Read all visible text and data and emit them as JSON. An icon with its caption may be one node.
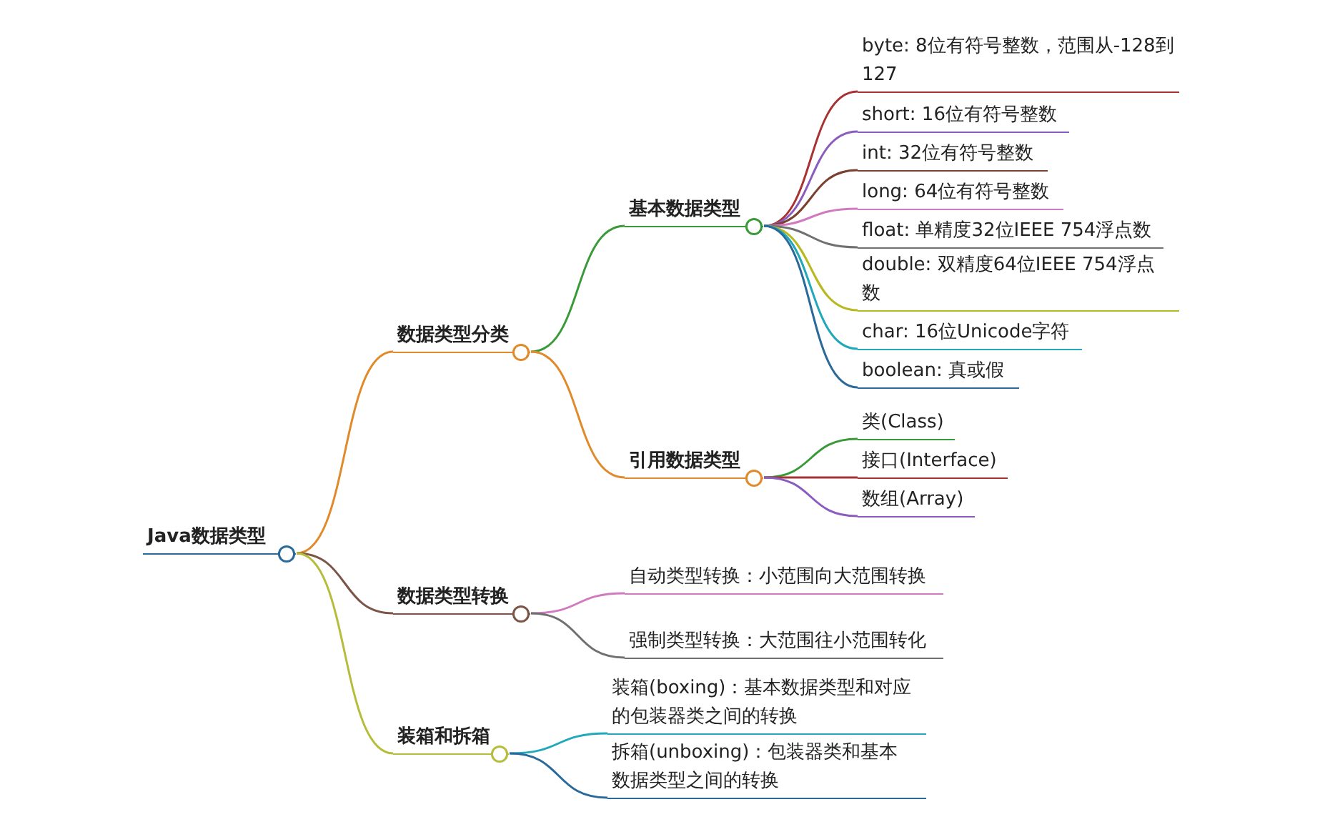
{
  "diagram": {
    "nodes": [
      {
        "text": [
          "Java数据类型"
        ]
      },
      {
        "text": [
          "数据类型分类"
        ]
      },
      {
        "text": [
          "基本数据类型"
        ]
      },
      {
        "text": [
          "byte: 8位有符号整数，范围从-128到127"
        ]
      },
      {
        "text": [
          "short: 16位有符号整数"
        ]
      },
      {
        "text": [
          "int: 32位有符号整数"
        ]
      },
      {
        "text": [
          "long: 64位有符号整数"
        ]
      },
      {
        "text": [
          "float: 单精度32位IEEE 754浮点数"
        ]
      },
      {
        "text": [
          "double: 双精度64位IEEE 754浮点数"
        ]
      },
      {
        "text": [
          "char: 16位Unicode字符"
        ]
      },
      {
        "text": [
          "boolean: 真或假"
        ]
      },
      {
        "text": [
          "引用数据类型"
        ]
      },
      {
        "text": [
          "类(Class)"
        ]
      },
      {
        "text": [
          "接口(Interface)"
        ]
      },
      {
        "text": [
          "数组(Array)"
        ]
      },
      {
        "text": [
          "数据类型转换"
        ]
      },
      {
        "text": [
          "自动类型转换：小范围向大范围转换"
        ]
      },
      {
        "text": [
          "强制类型转换：大范围往小范围转化"
        ]
      },
      {
        "text": [
          "装箱和拆箱"
        ]
      },
      {
        "text": [
          "装箱(boxing)：基本数据类型和对应的包装器类之间的转换"
        ]
      },
      {
        "text": [
          "拆箱(unboxing)：包装器类和基本数据类型之间的转换"
        ]
      }
    ],
    "edges": [
      {
        "from": 0,
        "to": 1,
        "arrow": "none",
        "color": "#e08a2c"
      },
      {
        "from": 0,
        "to": 15,
        "arrow": "none",
        "color": "#7a5548"
      },
      {
        "from": 0,
        "to": 18,
        "arrow": "none",
        "color": "#b5bd3a"
      },
      {
        "from": 1,
        "to": 2,
        "arrow": "none",
        "color": "#3a9a3a"
      },
      {
        "from": 1,
        "to": 11,
        "arrow": "none",
        "color": "#e08a2c"
      },
      {
        "from": 2,
        "to": 3,
        "arrow": "none",
        "color": "#a83232"
      },
      {
        "from": 2,
        "to": 4,
        "arrow": "none",
        "color": "#8a5cc0"
      },
      {
        "from": 2,
        "to": 5,
        "arrow": "none",
        "color": "#7a4030"
      },
      {
        "from": 2,
        "to": 6,
        "arrow": "none",
        "color": "#d07ac0"
      },
      {
        "from": 2,
        "to": 7,
        "arrow": "none",
        "color": "#707070"
      },
      {
        "from": 2,
        "to": 8,
        "arrow": "none",
        "color": "#b8b820"
      },
      {
        "from": 2,
        "to": 9,
        "arrow": "none",
        "color": "#22a8b8"
      },
      {
        "from": 2,
        "to": 10,
        "arrow": "none",
        "color": "#2a6a9a"
      },
      {
        "from": 11,
        "to": 12,
        "arrow": "none",
        "color": "#3a9a3a"
      },
      {
        "from": 11,
        "to": 13,
        "arrow": "none",
        "color": "#a83232"
      },
      {
        "from": 11,
        "to": 14,
        "arrow": "none",
        "color": "#8a5cc0"
      },
      {
        "from": 15,
        "to": 16,
        "arrow": "none",
        "color": "#d07ac0"
      },
      {
        "from": 15,
        "to": 17,
        "arrow": "none",
        "color": "#707070"
      },
      {
        "from": 18,
        "to": 19,
        "arrow": "none",
        "color": "#22a8b8"
      },
      {
        "from": 18,
        "to": 20,
        "arrow": "none",
        "color": "#2a6a9a"
      }
    ]
  }
}
